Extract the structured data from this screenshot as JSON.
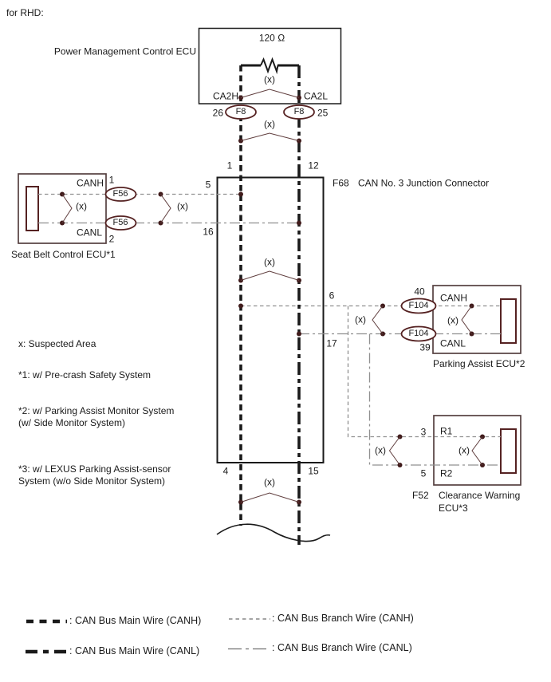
{
  "colors": {
    "wire_main": "#1a1a1a",
    "wire_branch": "#909090",
    "connector_outline": "#552222",
    "ecu_outline": "#554040",
    "dot": "#401b1b",
    "chevron": "#5f3d3d",
    "legend_thin": "#6f6f6f"
  },
  "header": {
    "variant": "for RHD:"
  },
  "marks": {
    "suspect": "(x)"
  },
  "power_ecu": {
    "name": "Power Management Control ECU",
    "resistor_value": "120 Ω",
    "pin_left_label": "CA2H",
    "pin_right_label": "CA2L",
    "connector": "F8",
    "pin_left_no": "26",
    "pin_right_no": "25"
  },
  "junction": {
    "code": "F68",
    "name": "CAN No. 3 Junction Connector",
    "pins": {
      "top_left": "1",
      "top_right": "12",
      "left_upper": "5",
      "left_lower": "16",
      "right_upper": "6",
      "right_lower": "17",
      "bottom_left": "4",
      "bottom_right": "15"
    }
  },
  "seat_belt_ecu": {
    "name": "Seat Belt Control ECU*1",
    "canh_label": "CANH",
    "canl_label": "CANL",
    "canh_pin": "1",
    "canl_pin": "2",
    "connector": "F56"
  },
  "parking_ecu": {
    "name": "Parking Assist ECU*2",
    "canh_label": "CANH",
    "canl_label": "CANL",
    "canh_pin": "40",
    "canl_pin": "39",
    "connector": "F104"
  },
  "clearance_ecu": {
    "code": "F52",
    "name_line1": "Clearance Warning",
    "name_line2": "ECU*3",
    "r1_label": "R1",
    "r2_label": "R2",
    "r1_pin": "3",
    "r2_pin": "5"
  },
  "notes": {
    "suspected": "x: Suspected Area",
    "fn1": "*1: w/ Pre-crash Safety System",
    "fn2_line1": "*2: w/ Parking Assist Monitor System",
    "fn2_line2": "(w/ Side Monitor System)",
    "fn3_line1": "*3: w/ LEXUS Parking Assist-sensor",
    "fn3_line2": "System (w/o Side Monitor System)"
  },
  "legend": {
    "main_canh": ": CAN Bus Main Wire (CANH)",
    "main_canl": ": CAN Bus Main Wire (CANL)",
    "branch_canh": ": CAN Bus Branch Wire (CANH)",
    "branch_canl": ": CAN Bus Branch Wire (CANL)"
  }
}
